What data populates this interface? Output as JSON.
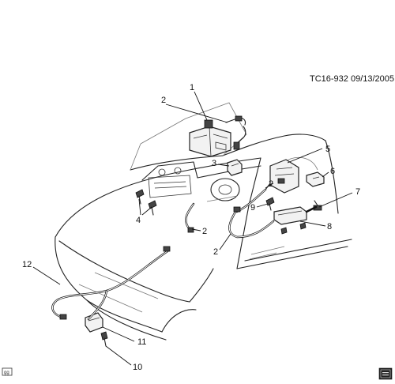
{
  "diagram": {
    "reference_id": "TC16-932 09/13/2005",
    "corner_stamp": "gg",
    "callouts": [
      "1",
      "2",
      "3",
      "4",
      "5",
      "6",
      "7",
      "8",
      "9",
      "10",
      "11",
      "12",
      "2",
      "2",
      "2"
    ],
    "icons": {
      "logo": "gm-logo-icon"
    }
  }
}
